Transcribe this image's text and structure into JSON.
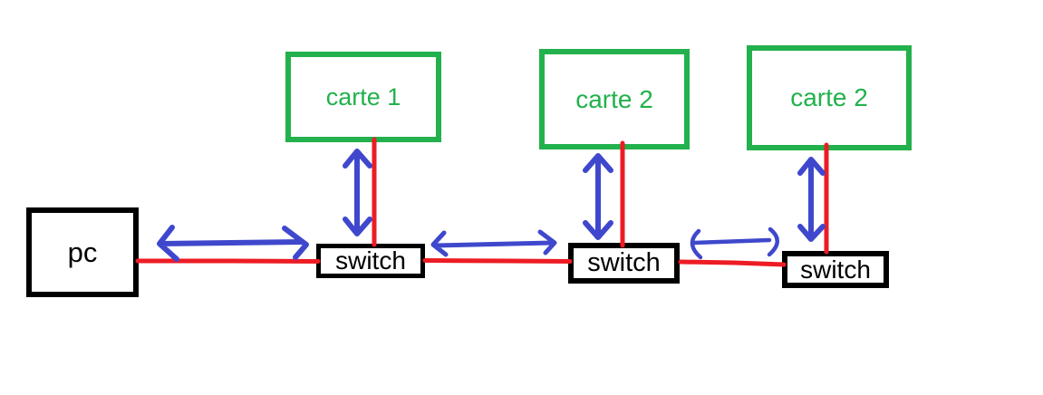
{
  "diagram": {
    "nodes": {
      "pc": {
        "label": "pc"
      },
      "carte_1": {
        "label": "carte 1"
      },
      "carte_2a": {
        "label": "carte 2"
      },
      "carte_2b": {
        "label": "carte 2"
      },
      "switch_1": {
        "label": "switch"
      },
      "switch_2": {
        "label": "switch"
      },
      "switch_3": {
        "label": "switch"
      }
    },
    "connections": [
      {
        "from": "pc",
        "to": "switch_1",
        "line": "red",
        "arrow": "blue-double-headed"
      },
      {
        "from": "switch_1",
        "to": "switch_2",
        "line": "red",
        "arrow": "blue-double-headed"
      },
      {
        "from": "switch_2",
        "to": "switch_3",
        "line": "red",
        "arrow": "blue-double-headed"
      },
      {
        "from": "carte_1",
        "to": "switch_1",
        "line": "red",
        "arrow": "blue-double-headed"
      },
      {
        "from": "carte_2a",
        "to": "switch_2",
        "line": "red",
        "arrow": "blue-double-headed"
      },
      {
        "from": "carte_2b",
        "to": "switch_3",
        "line": "red",
        "arrow": "blue-double-headed"
      }
    ],
    "colors": {
      "node_black": "#000000",
      "carte_green": "#22b14c",
      "link_red": "#ed1c24",
      "arrow_blue": "#3f48cc",
      "background": "#ffffff"
    }
  }
}
